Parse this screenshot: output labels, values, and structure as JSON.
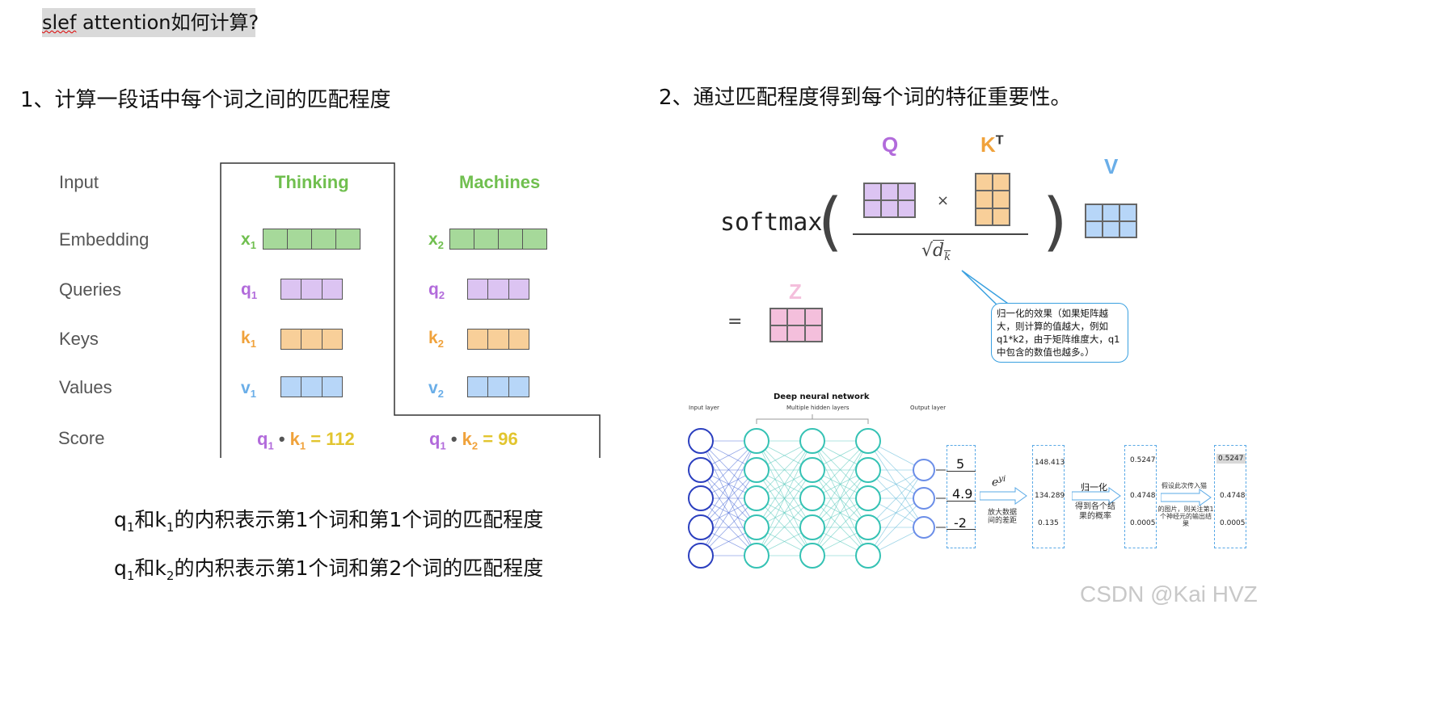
{
  "title": {
    "typo": "slef",
    "rest": " attention如何计算?"
  },
  "step1": "1、计算一段话中每个词之间的匹配程度",
  "step2": "2、通过匹配程度得到每个词的特征重要性。",
  "left_diagram": {
    "row_labels": [
      "Input",
      "Embedding",
      "Queries",
      "Keys",
      "Values",
      "Score"
    ],
    "words": [
      "Thinking",
      "Machines"
    ],
    "vars": {
      "x1": [
        "x",
        "1"
      ],
      "x2": [
        "x",
        "2"
      ],
      "q1": [
        "q",
        "1"
      ],
      "q2": [
        "q",
        "2"
      ],
      "k1": [
        "k",
        "1"
      ],
      "k2": [
        "k",
        "2"
      ],
      "v1": [
        "v",
        "1"
      ],
      "v2": [
        "v",
        "2"
      ]
    },
    "score1": {
      "q": "q",
      "qs": "1",
      "dot": "•",
      "k": "k",
      "ks": "1",
      "eq": "=",
      "val": "112"
    },
    "score2": {
      "q": "q",
      "qs": "1",
      "dot": "•",
      "k": "k",
      "ks": "2",
      "eq": "=",
      "val": "96"
    }
  },
  "notes": [
    {
      "a": "q",
      "as": "1",
      "b": "和k",
      "bs": "1",
      "c": "的内积表示第1个词和第1个词的匹配程度"
    },
    {
      "a": "q",
      "as": "1",
      "b": "和k",
      "bs": "2",
      "c": "的内积表示第1个词和第2个词的匹配程度"
    }
  ],
  "formula": {
    "softmax": "softmax",
    "open": "(",
    "close": ")",
    "q": "Q",
    "k": "K",
    "k_sup": "T",
    "times": "×",
    "v": "V",
    "z": "Z",
    "eq": "=",
    "denominator": "√dk",
    "callout": "归一化的效果（如果矩阵越大，则计算的值越大，例如q1*k2，由于矩阵维度大，q1中包含的数值也越多。）"
  },
  "network": {
    "title": "Deep neural network",
    "input_label": "Input layer",
    "hidden_label": "Multiple hidden layers",
    "output_label": "Output layer",
    "outputs": [
      "5",
      "4.9",
      "-2"
    ],
    "exp_label": "e^yi",
    "exp_note": "放大数据间的差距",
    "exp_values": [
      "148.413",
      "134.289",
      "0.135"
    ],
    "norm_label": "归一化",
    "norm_note": "得到各个结果的概率",
    "probs": [
      "0.5247",
      "0.4748",
      "0.0005"
    ],
    "result_note_top": "假设此次传入猫",
    "result_note_bottom": "的图片，则关注第1个神经元的输出结果",
    "final": [
      "0.5247",
      "0.4748",
      "0.0005"
    ]
  },
  "watermark": "CSDN @Kai  HVZ",
  "colors": {
    "green": "#70bf4f",
    "purple": "#b26bdb",
    "orange": "#f0a23b",
    "blue": "#6aaee8",
    "yellow": "#e2c52f",
    "pink": "#f4bfdc",
    "teal": "#35c2b4",
    "navy": "#2b3fbf"
  }
}
